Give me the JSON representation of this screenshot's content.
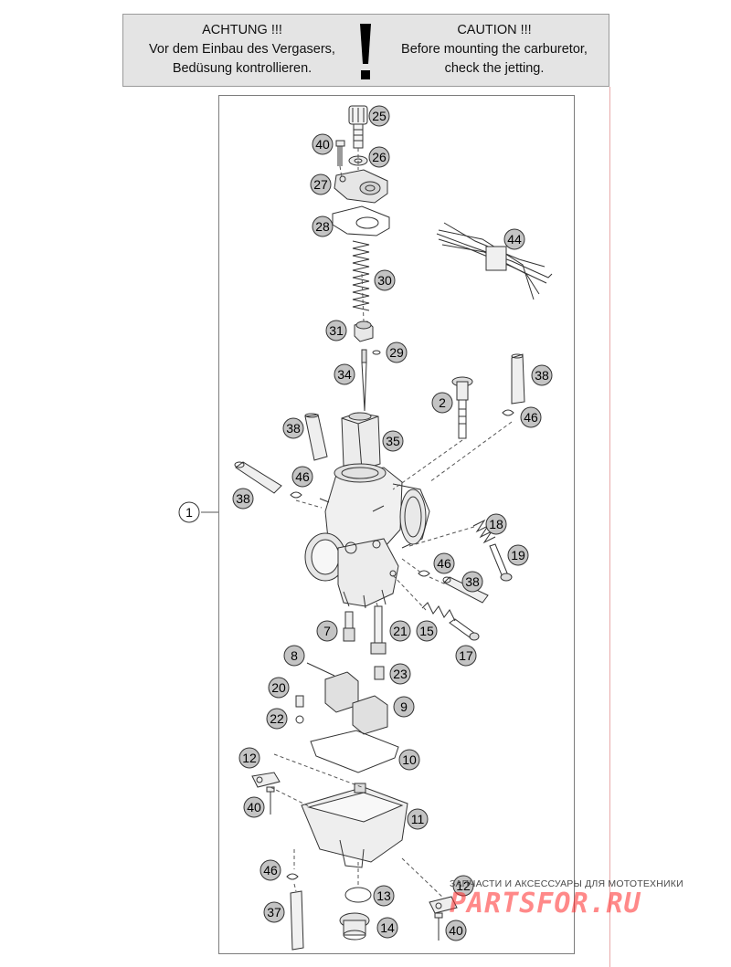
{
  "warning": {
    "de_line1": "ACHTUNG !!!",
    "de_line2": "Vor dem Einbau des Vergasers,",
    "de_line3": "Bedüsung kontrollieren.",
    "en_line1": "CAUTION !!!",
    "en_line2": "Before mounting the carburetor,",
    "en_line3": "check the jetting."
  },
  "callouts": [
    {
      "id": "c25",
      "label": "25"
    },
    {
      "id": "c40a",
      "label": "40"
    },
    {
      "id": "c26",
      "label": "26"
    },
    {
      "id": "c27",
      "label": "27"
    },
    {
      "id": "c28",
      "label": "28"
    },
    {
      "id": "c44",
      "label": "44"
    },
    {
      "id": "c30",
      "label": "30"
    },
    {
      "id": "c31",
      "label": "31"
    },
    {
      "id": "c29",
      "label": "29"
    },
    {
      "id": "c34",
      "label": "34"
    },
    {
      "id": "c38a",
      "label": "38"
    },
    {
      "id": "c2",
      "label": "2"
    },
    {
      "id": "c46a",
      "label": "46"
    },
    {
      "id": "c38b",
      "label": "38"
    },
    {
      "id": "c35",
      "label": "35"
    },
    {
      "id": "c46b",
      "label": "46"
    },
    {
      "id": "c38c",
      "label": "38"
    },
    {
      "id": "c1",
      "label": "1"
    },
    {
      "id": "c18",
      "label": "18"
    },
    {
      "id": "c19",
      "label": "19"
    },
    {
      "id": "c46c",
      "label": "46"
    },
    {
      "id": "c38d",
      "label": "38"
    },
    {
      "id": "c7",
      "label": "7"
    },
    {
      "id": "c21",
      "label": "21"
    },
    {
      "id": "c15",
      "label": "15"
    },
    {
      "id": "c17",
      "label": "17"
    },
    {
      "id": "c8",
      "label": "8"
    },
    {
      "id": "c23",
      "label": "23"
    },
    {
      "id": "c20",
      "label": "20"
    },
    {
      "id": "c9",
      "label": "9"
    },
    {
      "id": "c22",
      "label": "22"
    },
    {
      "id": "c12a",
      "label": "12"
    },
    {
      "id": "c10",
      "label": "10"
    },
    {
      "id": "c40b",
      "label": "40"
    },
    {
      "id": "c11",
      "label": "11"
    },
    {
      "id": "c46d",
      "label": "46"
    },
    {
      "id": "c13",
      "label": "13"
    },
    {
      "id": "c12b",
      "label": "12"
    },
    {
      "id": "c37",
      "label": "37"
    },
    {
      "id": "c14",
      "label": "14"
    },
    {
      "id": "c40c",
      "label": "40"
    }
  ],
  "watermark": {
    "caption": "ЗАПЧАСТИ И АКСЕССУАРЫ ДЛЯ МОТОТЕХНИКИ",
    "logo": "PARTSFOR.RU"
  },
  "colors": {
    "callout_fill": "#c4c4c4",
    "stroke": "#333333",
    "watermark": "#ff2a2a",
    "panel": "#e4e4e4"
  }
}
